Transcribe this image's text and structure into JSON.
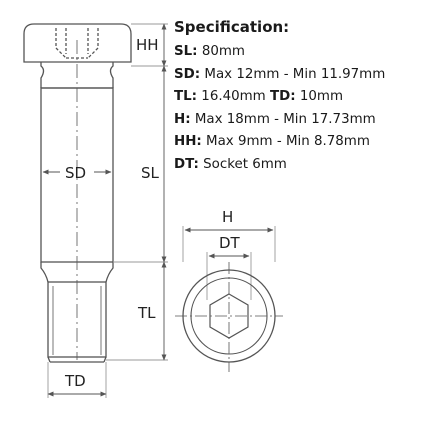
{
  "labels": {
    "hh": "HH",
    "sd": "SD",
    "sl": "SL",
    "tl": "TL",
    "td": "TD",
    "h": "H",
    "dt": "DT"
  },
  "specification": {
    "title": "Specification:",
    "sl_key": "SL:",
    "sl_value": "80mm",
    "sd_key": "SD:",
    "sd_value": "Max 12mm - Min 11.97mm",
    "tl_key": "TL:",
    "tl_value": "16.40mm",
    "td_key": "TD:",
    "td_value": "10mm",
    "h_key": "H:",
    "h_value": "Max 18mm - Min 17.73mm",
    "hh_key": "HH:",
    "hh_value": "Max 9mm - Min 8.78mm",
    "dt_key": "DT:",
    "dt_value": "Socket 6mm"
  },
  "colors": {
    "outline": "#555555",
    "dimension": "#999999",
    "text": "#1a1a1a"
  }
}
